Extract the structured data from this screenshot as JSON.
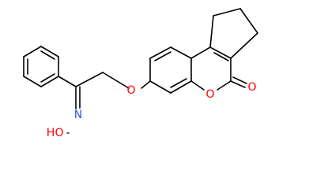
{
  "molecule": {
    "atoms": {
      "ether_o": "O",
      "ring_o": "O",
      "carbonyl_o": "O",
      "oxime_n": "N",
      "oxime_o": "O",
      "oxime_h": "H",
      "oxime_dash": "-"
    },
    "colors": {
      "bond": "#000000",
      "oxygen": "#ff0000",
      "nitrogen": "#3050f8"
    }
  }
}
